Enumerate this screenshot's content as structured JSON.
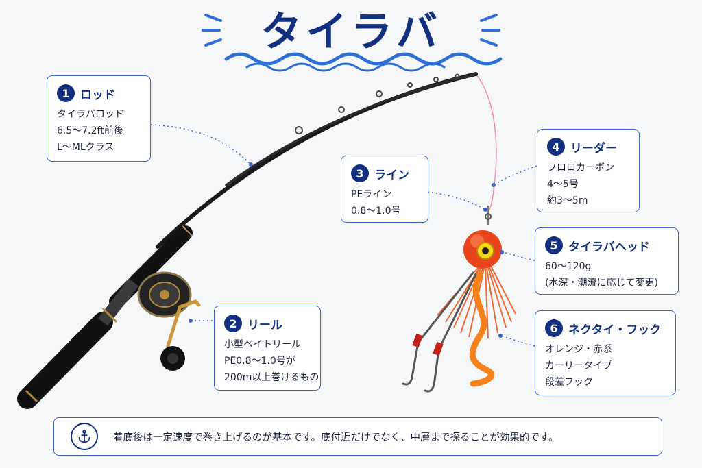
{
  "title": "タイラバ",
  "callouts": [
    {
      "num": "1",
      "title": "ロッド",
      "lines": [
        "タイラバロッド",
        "6.5〜7.2ft前後",
        "L〜MLクラス"
      ]
    },
    {
      "num": "2",
      "title": "リール",
      "lines": [
        "小型ベイトリール",
        "PE0.8〜1.0号が",
        "200m以上巻けるもの"
      ]
    },
    {
      "num": "3",
      "title": "ライン",
      "lines": [
        "PEライン",
        "0.8〜1.0号"
      ]
    },
    {
      "num": "4",
      "title": "リーダー",
      "lines": [
        "フロロカーボン",
        "4〜5号",
        "約3〜5m"
      ]
    },
    {
      "num": "5",
      "title": "タイラバヘッド",
      "lines": [
        "60〜120g",
        "(水深・潮流に応じて変更)"
      ]
    },
    {
      "num": "6",
      "title": "ネクタイ・フック",
      "lines": [
        "オレンジ・赤系",
        "カーリータイプ",
        "段差フック"
      ]
    }
  ],
  "tip": {
    "text": "着底後は一定速度で巻き上げるのが基本です。底付近だけでなく、中層まで探ることが効果的です。",
    "icon": "anchor-icon"
  },
  "colors": {
    "navy": "#12307f",
    "accent": "#3f64c8",
    "lure": "#e8451d"
  }
}
